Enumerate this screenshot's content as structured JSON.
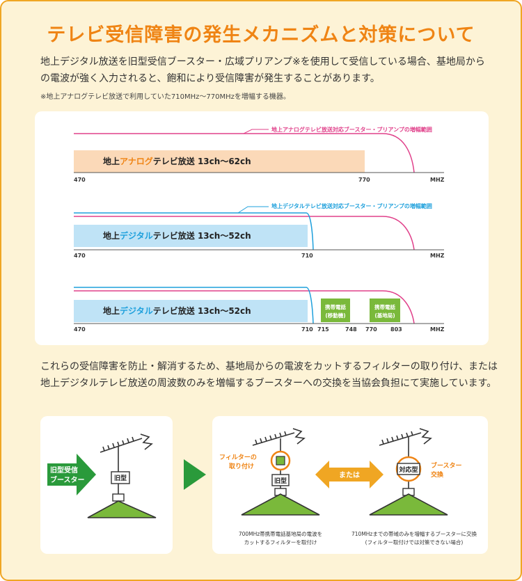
{
  "title": "テレビ受信障害の発生メカニズムと対策について",
  "intro": "地上デジタル放送を旧型受信ブースター・広域プリアンプ※を使用して受信している場合、基地局からの電波が強く入力されると、飽和により受信障害が発生することがあります。",
  "note": "※地上アナログテレビ放送で利用していた710MHz～770MHzを増幅する機器。",
  "diagram": {
    "row1": {
      "amp_label": "地上アナログテレビ放送対応ブースター・プリアンプの増幅範囲",
      "band_prefix": "地上",
      "band_highlight": "アナログ",
      "band_suffix": "テレビ放送 13ch～62ch",
      "ticks": [
        "470",
        "770",
        "MHZ"
      ]
    },
    "row2": {
      "amp_label": "地上デジタルテレビ放送対応ブースター・プリアンプの増幅範囲",
      "band_prefix": "地上",
      "band_highlight": "デジタル",
      "band_suffix": "テレビ放送 13ch～52ch",
      "ticks": [
        "470",
        "710",
        "MHZ"
      ]
    },
    "row3": {
      "band_prefix": "地上",
      "band_highlight": "デジタル",
      "band_suffix": "テレビ放送 13ch～52ch",
      "mobile1": [
        "携帯電話",
        "(移動機)"
      ],
      "mobile2": [
        "携帯電話",
        "(基地局)"
      ],
      "ticks": [
        "470",
        "710",
        "715",
        "748",
        "770",
        "803",
        "MHZ"
      ]
    }
  },
  "body2": "これらの受信障害を防止・解消するため、基地局からの電波をカットするフィルターの取り付け、または地上デジタルテレビ放送の周波数のみを増幅するブースターへの交換を当協会負担にて実施しています。",
  "illustration": {
    "old_booster": [
      "旧型受信",
      "ブースター"
    ],
    "old_type": "旧型",
    "filter_label": [
      "フィルターの",
      "取り付け"
    ],
    "or": "または",
    "compatible_type": "対応型",
    "booster_swap": [
      "ブースター",
      "交換"
    ],
    "caption_left": [
      "700MHz帯携帯電話基地局の電波を",
      "カットするフィルターを取付け"
    ],
    "caption_right": [
      "710MHzまでの帯域のみを増幅するブースターに交換",
      "(フィルター取付けでは対策できない場合)"
    ]
  },
  "colors": {
    "orange": "#ef8414",
    "pink": "#e0408a",
    "blue": "#1ea0dc",
    "green": "#7ab93b",
    "dark_green": "#2a9a3b",
    "analog_band": "#fbd9b8",
    "digital_band": "#bfe3f6"
  }
}
